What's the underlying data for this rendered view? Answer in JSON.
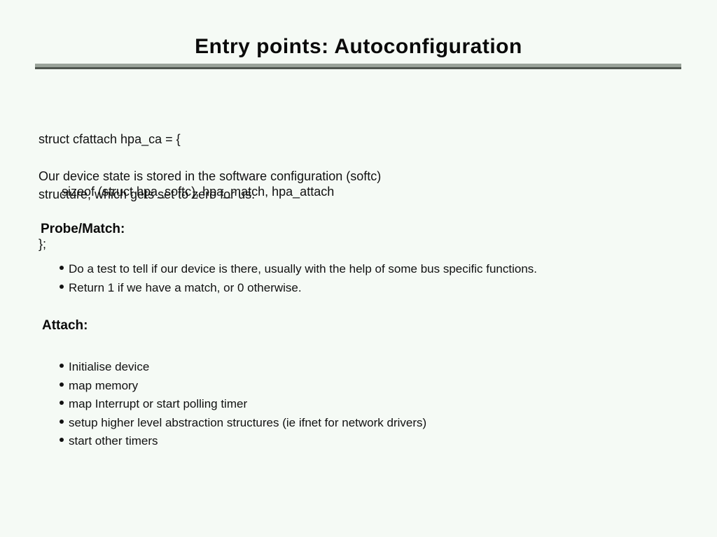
{
  "slide": {
    "title": "Entry points: Autoconfiguration",
    "code": {
      "line1": "struct cfattach hpa_ca = {",
      "line2": "sizeof (struct hpa_softc), hpa_match, hpa_attach",
      "line3": "};"
    },
    "intro": {
      "line1": "Our device state is stored in the software configuration (softc)",
      "line2": "structure, which gets set to zero for us."
    },
    "sections": [
      {
        "heading": "Probe/Match:",
        "bullets": [
          "Do a test to tell if our device is there, usually with the help of some bus specific functions.",
          "Return 1 if we have a match, or 0 otherwise."
        ]
      },
      {
        "heading": "Attach:",
        "bullets": [
          "Initialise device",
          "map memory",
          "map Interrupt or start polling timer",
          "setup higher level abstraction structures (ie ifnet for network drivers)",
          "start other timers"
        ]
      }
    ],
    "colors": {
      "background": "#f5faf5",
      "text": "#111111",
      "rule_light": "#9aa39a",
      "rule_dark": "#4e554e"
    }
  }
}
